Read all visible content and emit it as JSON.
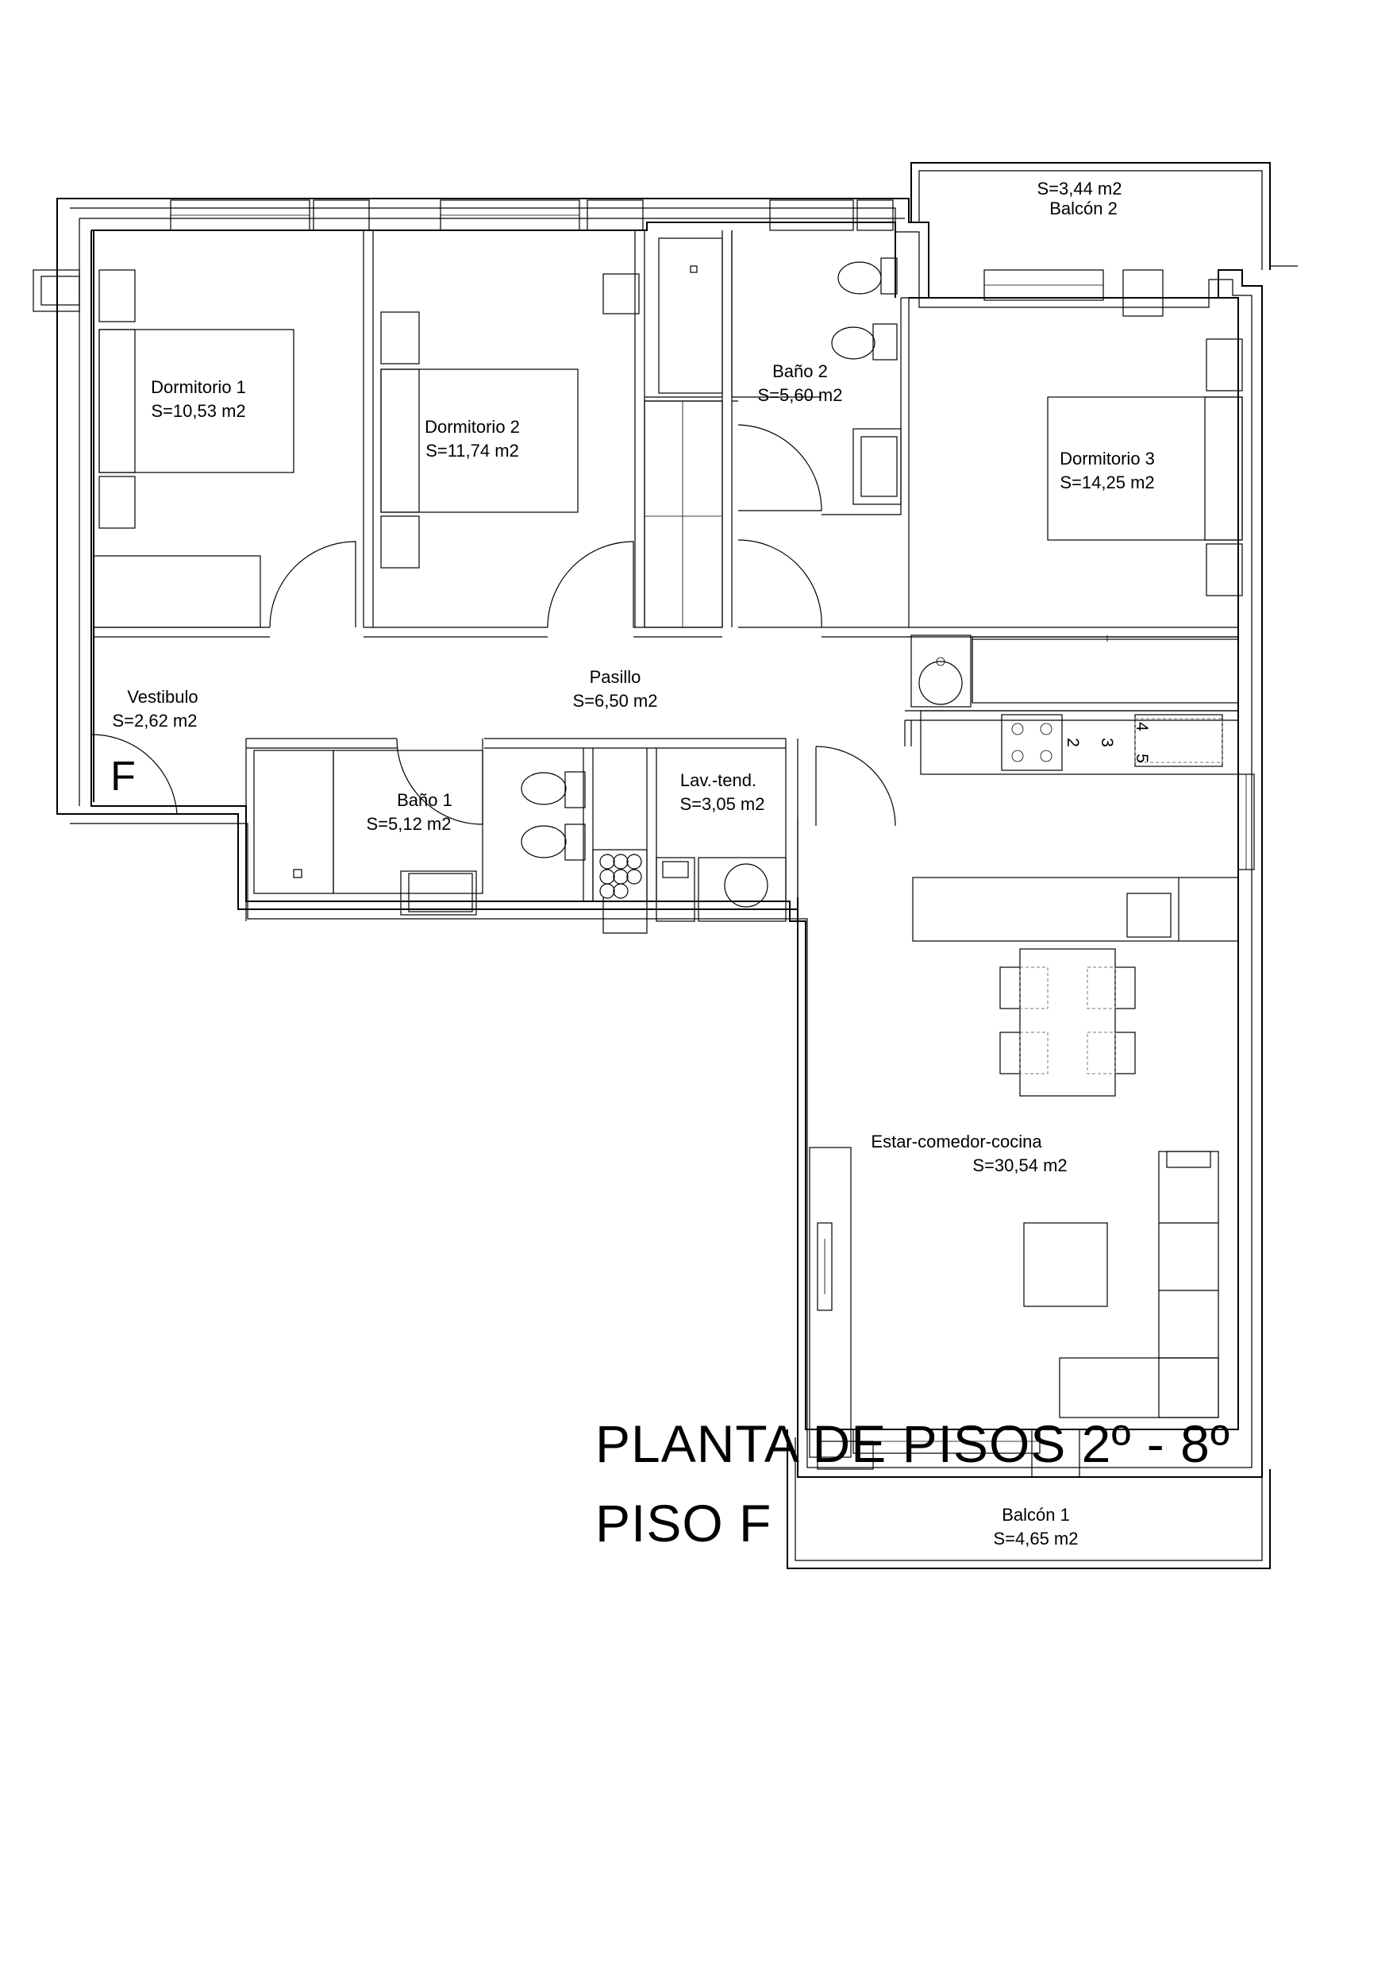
{
  "rooms": [
    {
      "name": "Dormitorio 1",
      "area": "S=10,53 m2"
    },
    {
      "name": "Dormitorio 2",
      "area": "S=11,74 m2"
    },
    {
      "name": "Baño 2",
      "area": "S=5,60 m2"
    },
    {
      "name": "Dormitorio 3",
      "area": "S=14,25 m2"
    },
    {
      "name": "Vestibulo",
      "area": "S=2,62 m2"
    },
    {
      "name": "Pasillo",
      "area": "S=6,50 m2"
    },
    {
      "name": "Baño 1",
      "area": "S=5,12 m2"
    },
    {
      "name": "Lav.-tend.",
      "area": "S=3,05 m2"
    },
    {
      "name": "Estar-comedor-cocina",
      "area": "S=30,54 m2"
    },
    {
      "name": "Balcón 1",
      "area": "S=4,65 m2"
    },
    {
      "name": "Balcón 2",
      "area": "S=3,44 m2"
    }
  ],
  "entrance_letter": "F",
  "cooktop_marks": [
    "2",
    "3",
    "4",
    "5"
  ],
  "title": {
    "line1": "PLANTA DE PISOS 2º - 8º",
    "line2": "PISO F"
  }
}
